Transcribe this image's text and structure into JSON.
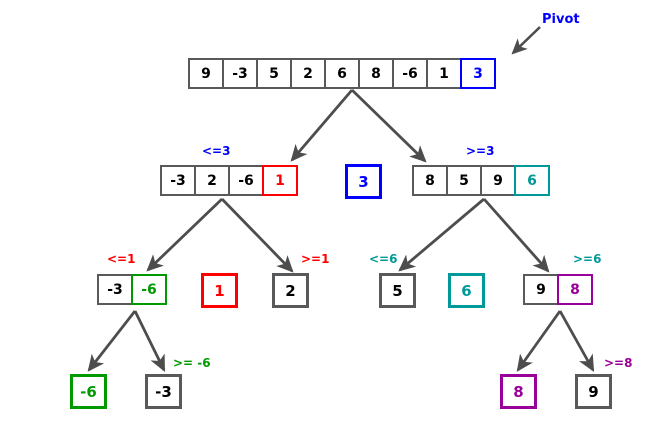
{
  "diagram": {
    "title_annotation": "Pivot",
    "colors": {
      "default_border": "#58595b",
      "default_text": "#000000",
      "blue": "#0000ff",
      "red": "#ff0000",
      "teal": "#009999",
      "green": "#009900",
      "purple": "#990099",
      "arrow": "#4d4d4d",
      "background": "#ffffff"
    },
    "levels": [
      {
        "name": "root",
        "arrays": [
          {
            "id": "root-array",
            "cells": [
              {
                "value": "9",
                "color": "default"
              },
              {
                "value": "-3",
                "color": "default"
              },
              {
                "value": "5",
                "color": "default"
              },
              {
                "value": "2",
                "color": "default"
              },
              {
                "value": "6",
                "color": "default"
              },
              {
                "value": "8",
                "color": "default"
              },
              {
                "value": "-6",
                "color": "default"
              },
              {
                "value": "1",
                "color": "default"
              },
              {
                "value": "3",
                "color": "blue"
              }
            ]
          }
        ]
      },
      {
        "name": "level-2",
        "arrays": [
          {
            "id": "left-partition",
            "label": "<=3",
            "label_color": "blue",
            "cells": [
              {
                "value": "-3",
                "color": "default"
              },
              {
                "value": "2",
                "color": "default"
              },
              {
                "value": "-6",
                "color": "default"
              },
              {
                "value": "1",
                "color": "red"
              }
            ]
          },
          {
            "id": "pivot-3",
            "single": true,
            "value": "3",
            "color": "blue"
          },
          {
            "id": "right-partition",
            "label": ">=3",
            "label_color": "blue",
            "cells": [
              {
                "value": "8",
                "color": "default"
              },
              {
                "value": "5",
                "color": "default"
              },
              {
                "value": "9",
                "color": "default"
              },
              {
                "value": "6",
                "color": "teal"
              }
            ]
          }
        ]
      },
      {
        "name": "level-3",
        "arrays": [
          {
            "id": "left-left-partition",
            "label": "<=1",
            "label_color": "red",
            "cells": [
              {
                "value": "-3",
                "color": "default"
              },
              {
                "value": "-6",
                "color": "green"
              }
            ]
          },
          {
            "id": "pivot-1",
            "single": true,
            "value": "1",
            "color": "red"
          },
          {
            "id": "left-right-partition",
            "label": ">=1",
            "label_color": "red",
            "single": true,
            "value": "2",
            "color": "default"
          },
          {
            "id": "right-left-partition",
            "label": "<=6",
            "label_color": "teal",
            "single": true,
            "value": "5",
            "color": "default"
          },
          {
            "id": "pivot-6",
            "single": true,
            "value": "6",
            "color": "teal"
          },
          {
            "id": "right-right-partition",
            "label": ">=6",
            "label_color": "teal",
            "cells": [
              {
                "value": "9",
                "color": "default"
              },
              {
                "value": "8",
                "color": "purple"
              }
            ]
          }
        ]
      },
      {
        "name": "level-4",
        "arrays": [
          {
            "id": "pivot-neg6",
            "single": true,
            "value": "-6",
            "color": "green"
          },
          {
            "id": "leaf-neg3",
            "label": ">= -6",
            "label_color": "green",
            "single": true,
            "value": "-3",
            "color": "default"
          },
          {
            "id": "pivot-8",
            "single": true,
            "value": "8",
            "color": "purple"
          },
          {
            "id": "leaf-9",
            "label": ">=8",
            "label_color": "purple",
            "single": true,
            "value": "9",
            "color": "default"
          }
        ]
      }
    ]
  }
}
